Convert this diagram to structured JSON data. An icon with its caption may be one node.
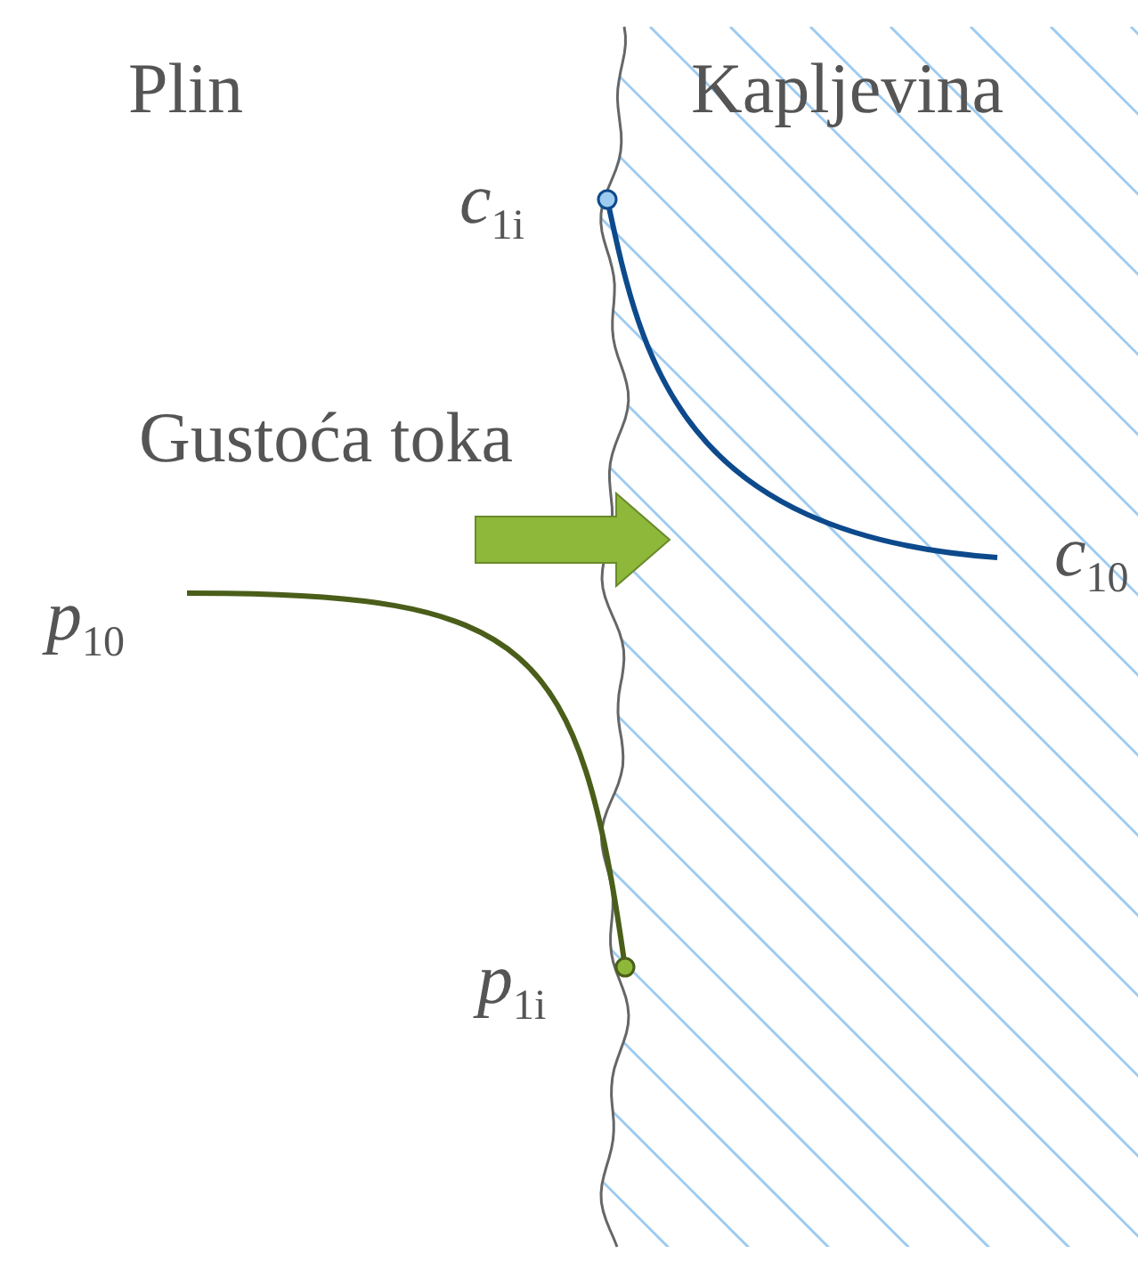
{
  "diagram": {
    "labels": [
      "Plin",
      "Kapljevina",
      "*c*$_{1i}$",
      "Gustoća toka",
      "*c*$_{10}$",
      "*p*$_{10}$",
      "*p*$_{1i}$"
    ]
  }
}
